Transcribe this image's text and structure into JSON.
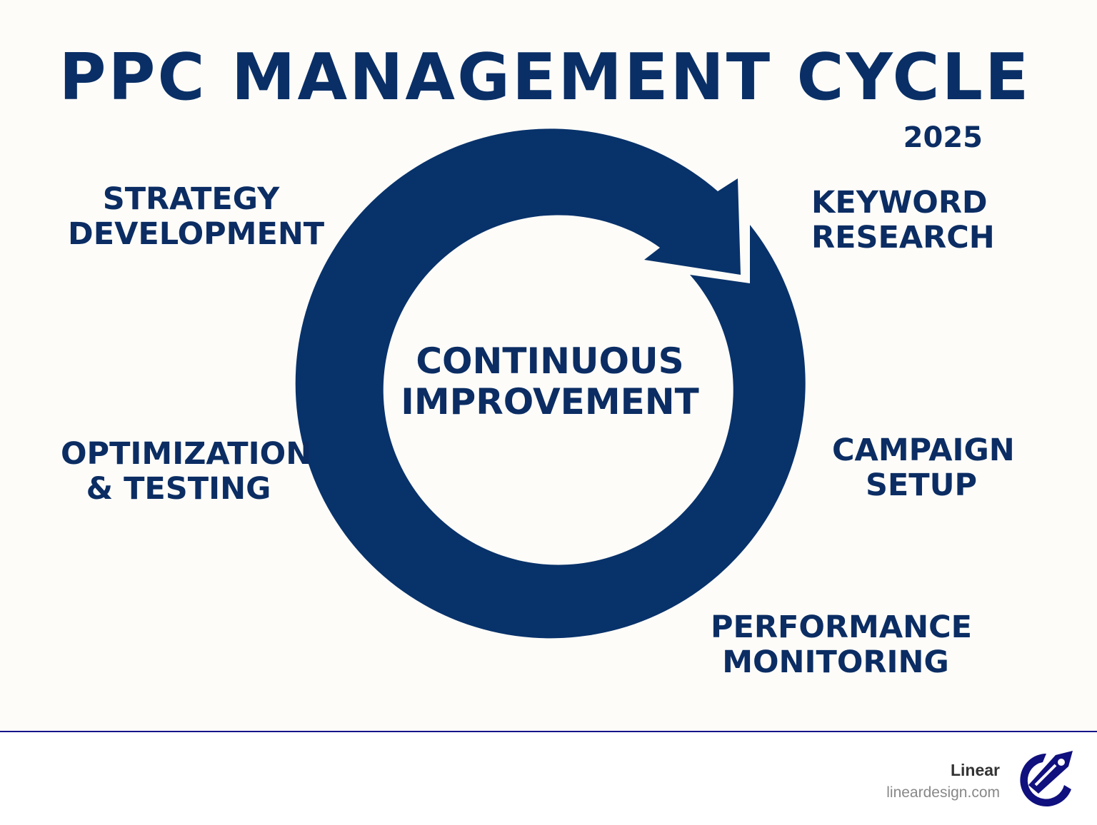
{
  "title": "PPC MANAGEMENT CYCLE",
  "year": "2025",
  "center": {
    "line1": "CONTINUOUS",
    "line2": "IMPROVEMENT"
  },
  "stages": [
    {
      "line1": "KEYWORD",
      "line2": "RESEARCH"
    },
    {
      "line1": "CAMPAIGN",
      "line2": "SETUP"
    },
    {
      "line1": "PERFORMANCE",
      "line2": "MONITORING"
    },
    {
      "line1": "OPTIMIZATION",
      "line2": "& TESTING"
    },
    {
      "line1": "STRATEGY",
      "line2": "DEVELOPMENT"
    }
  ],
  "footer": {
    "brand": "Linear",
    "url": "lineardesign.com"
  },
  "colors": {
    "primary": "#08326a",
    "background": "#fdfcf9",
    "footer_line": "#14148a"
  }
}
